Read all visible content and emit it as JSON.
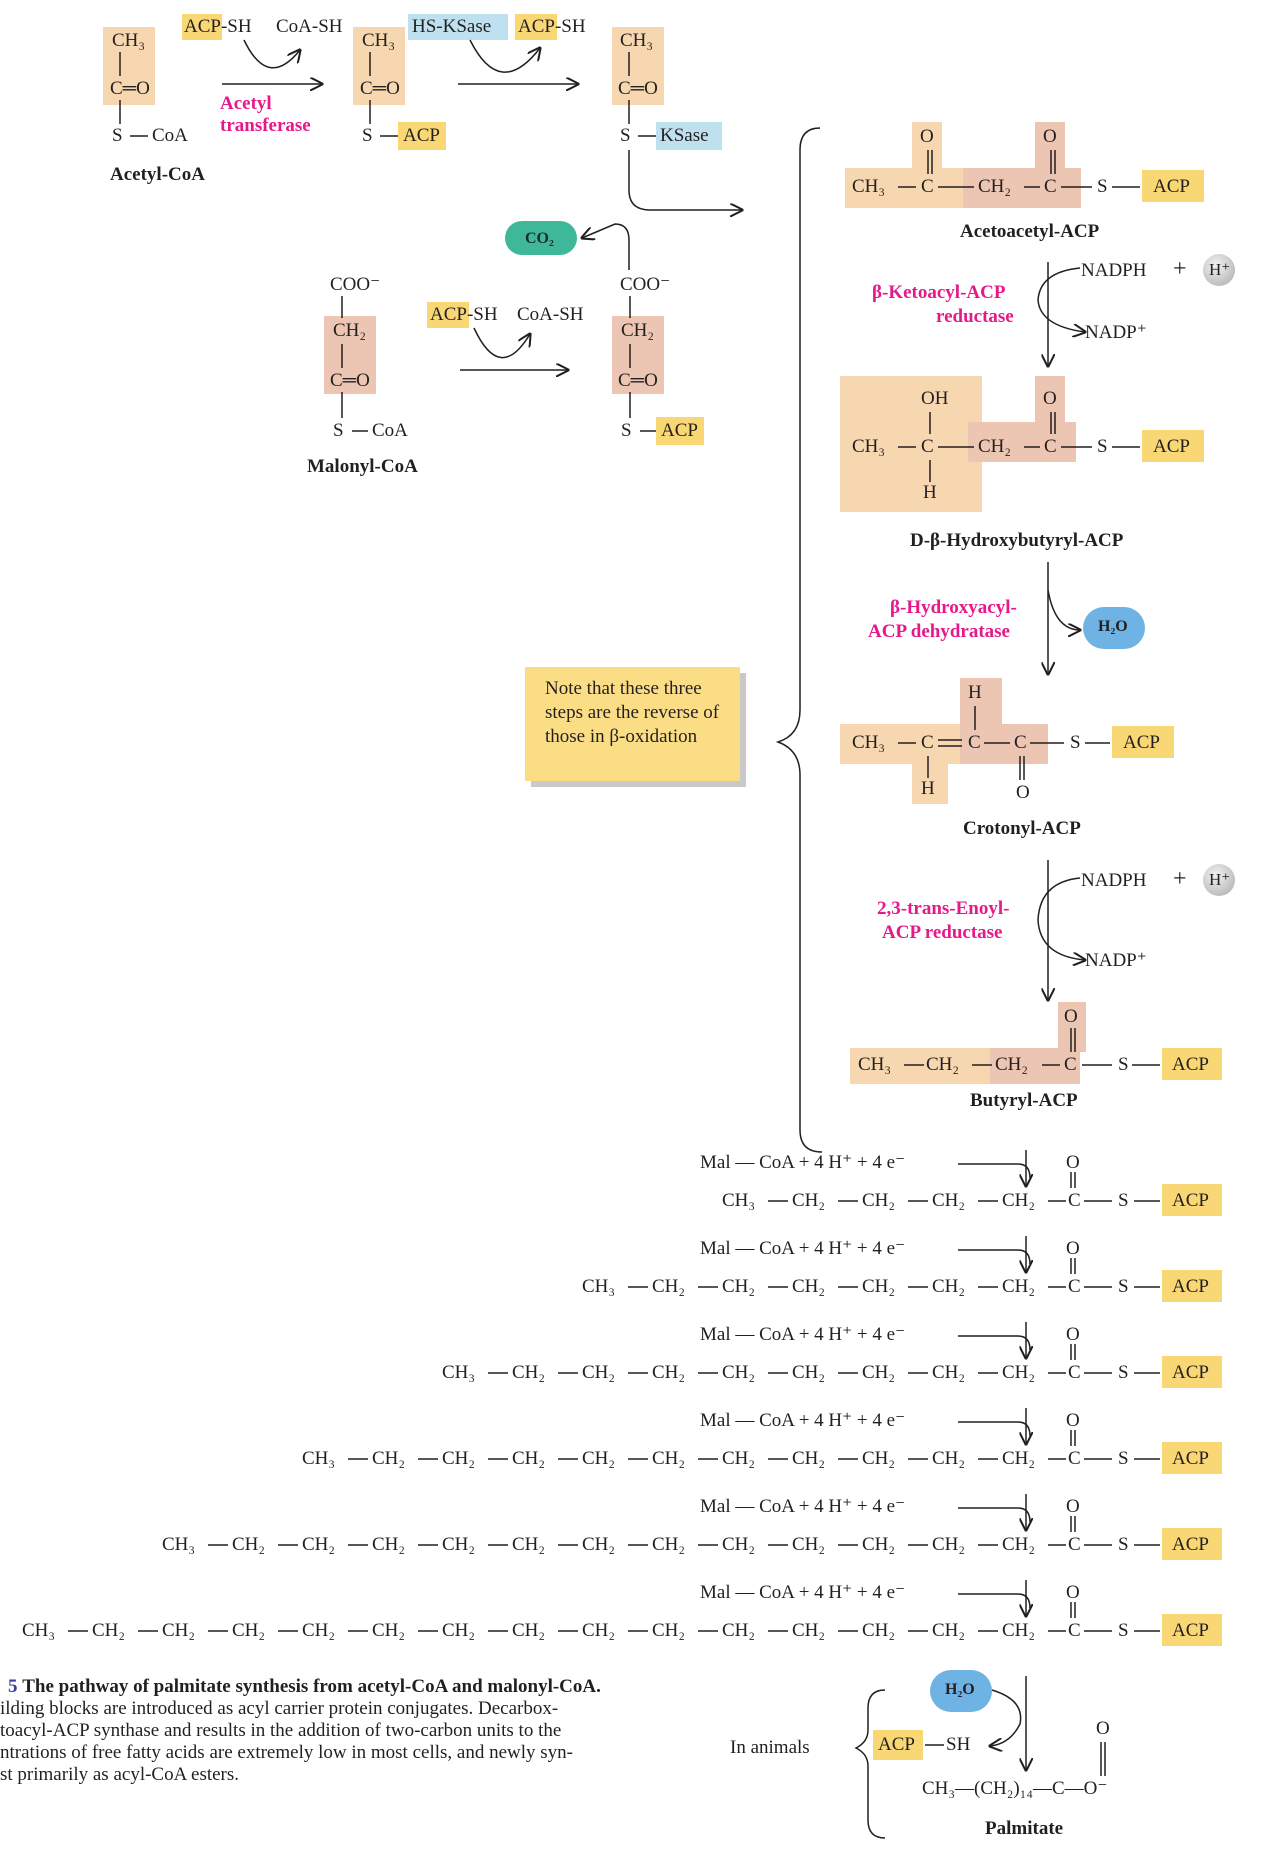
{
  "top": {
    "acetyl_coa": {
      "ch3": "CH₃",
      "co": "C═O",
      "s": "S",
      "coa": "CoA",
      "name": "Acetyl-CoA"
    },
    "acp_sh_1": "ACP-SH",
    "coa_sh_1": "CoA-SH",
    "enzyme_1": [
      "Acetyl",
      "transferase"
    ],
    "acetyl_acp": {
      "ch3": "CH₃",
      "co": "C═O",
      "s": "S",
      "acp": "ACP"
    },
    "hs_ksase": "HS-KSase",
    "acp_sh_2": "ACP-SH",
    "acetyl_ksase": {
      "ch3": "CH₃",
      "co": "C═O",
      "s": "S",
      "ksase": "KSase"
    },
    "co2": "CO₂",
    "malonyl_coa": {
      "coo": "COO⁻",
      "ch2": "CH₂",
      "co": "C═O",
      "s": "S",
      "coa": "CoA",
      "name": "Malonyl-CoA"
    },
    "acp_sh_3": "ACP-SH",
    "coa_sh_3": "CoA-SH",
    "malonyl_acp": {
      "coo": "COO⁻",
      "ch2": "CH₂",
      "co": "C═O",
      "s": "S",
      "acp": "ACP"
    }
  },
  "cycle": {
    "acetoacetyl": {
      "name": "Acetoacetyl-ACP"
    },
    "enzyme_reductase_1": [
      "β-Ketoacyl-ACP",
      "reductase"
    ],
    "nadph": "NADPH",
    "plus": "+",
    "h": "H⁺",
    "nadp": "NADP⁺",
    "hydroxybutyryl": {
      "name": "D-β-Hydroxybutyryl-ACP",
      "oh": "OH",
      "h": "H"
    },
    "enzyme_dehydratase": [
      "β-Hydroxyacyl-",
      "ACP dehydratase"
    ],
    "h2o": "H₂O",
    "crotonyl": {
      "name": "Crotonyl-ACP",
      "h_top": "H",
      "h_bottom": "H",
      "o": "O"
    },
    "enzyme_reductase_2": [
      "2,3-trans-Enoyl-",
      "ACP reductase"
    ],
    "butyryl": {
      "name": "Butyryl-ACP"
    },
    "common": {
      "ch3": "CH₃",
      "ch2": "CH₂",
      "c": "C",
      "o": "O",
      "s": "S",
      "acp": "ACP",
      "dash": "—"
    }
  },
  "note": "Note that these three steps are the reverse of those in β-oxidation",
  "elongation": {
    "input": "Mal — CoA + 4 H⁺ + 4 e⁻",
    "chains": [
      {
        "ch2_count": 4
      },
      {
        "ch2_count": 6
      },
      {
        "ch2_count": 8
      },
      {
        "ch2_count": 10
      },
      {
        "ch2_count": 12
      },
      {
        "ch2_count": 14
      }
    ]
  },
  "final": {
    "in_animals": "In animals",
    "h2o": "H₂O",
    "acp": "ACP",
    "sh": "SH",
    "palmitate_formula": "CH₃—(CH₂)₁₄—C—O⁻",
    "o": "O",
    "palmitate": "Palmitate"
  },
  "caption": {
    "number": "5",
    "title": "The pathway of palmitate synthesis from acetyl-CoA and malonyl-CoA.",
    "lines": [
      "ilding blocks are introduced as acyl carrier protein conjugates. Decarbox-",
      "toacyl-ACP synthase and results in the addition of two-carbon units to the",
      "ntrations of free fatty acids are extremely low in most cells, and newly syn-",
      "st primarily as acyl-CoA esters."
    ]
  }
}
